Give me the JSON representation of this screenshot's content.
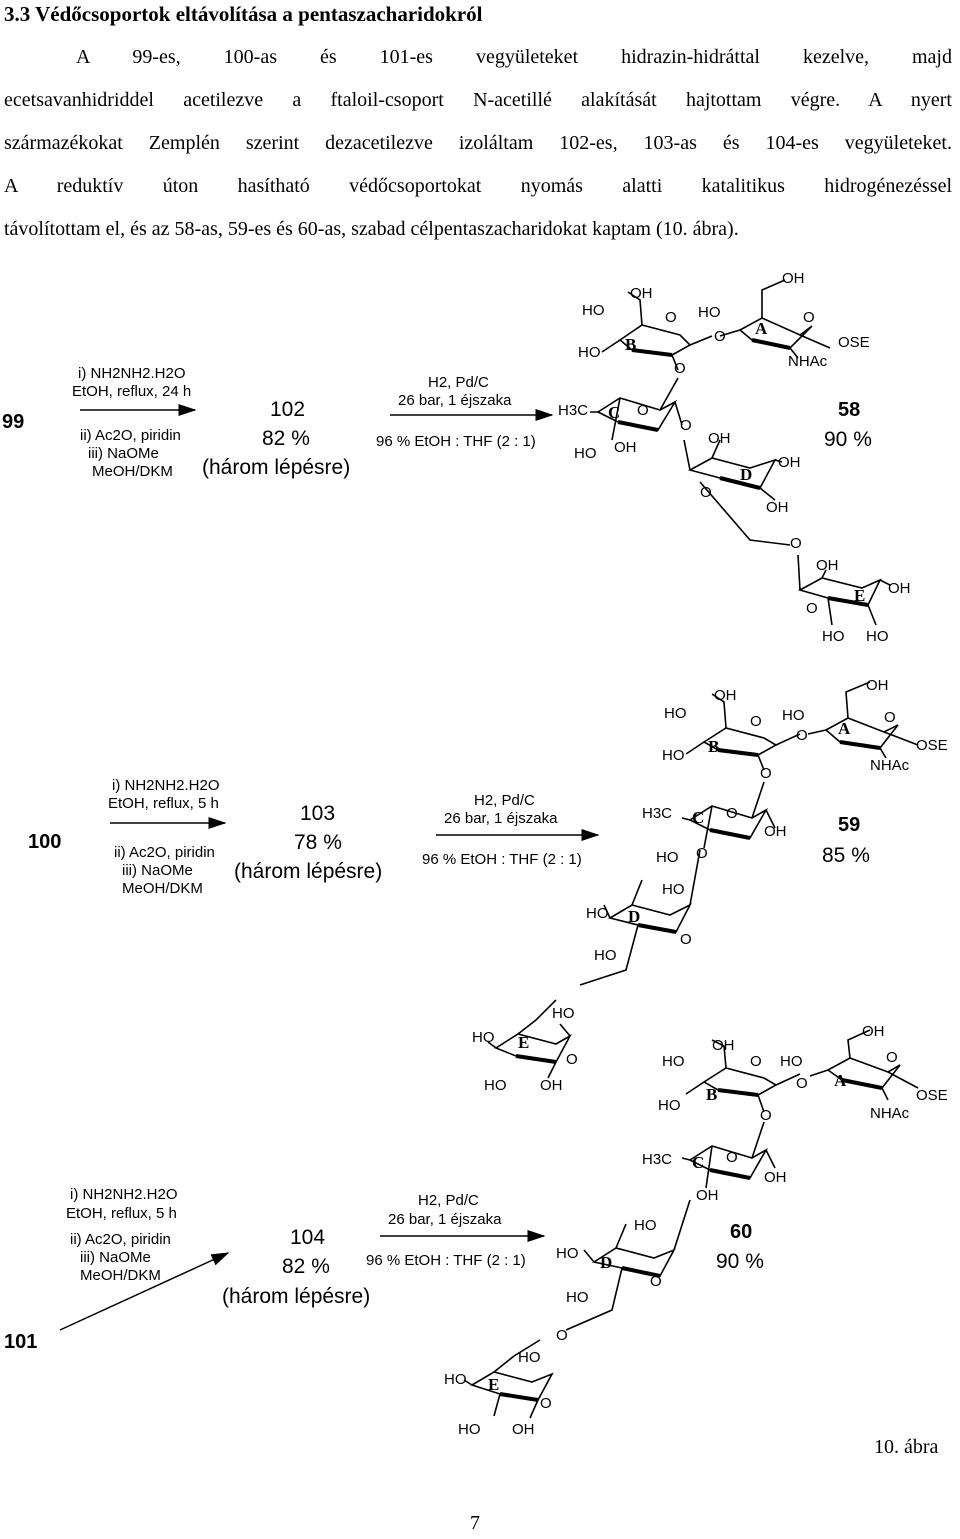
{
  "heading": "3.3 Védőcsoportok eltávolítása a pentaszacharidokról",
  "paragraph_lines": [
    "A 99-es, 100-as és 101-es vegyületeket hidrazin-hidráttal kezelve, majd",
    "ecetsavanhidriddel acetilezve a ftaloil-csoport N-acetillé alakítását hajtottam végre. A nyert",
    "származékokat Zemplén szerint dezacetilezve izoláltam 102-es, 103-as és 104-es vegyületeket.",
    "A reduktív úton hasítható védőcsoportokat nyomás alatti katalitikus hidrogénezéssel",
    "távolítottam el, és az 58-as, 59-es és 60-as, szabad célpentaszacharidokat kaptam (10. ábra)."
  ],
  "schemes": [
    {
      "start": "99",
      "cond1": [
        "i) NH2NH2.H2O",
        "EtOH, reflux, 24 h",
        "ii) Ac2O, piridin",
        "iii) NaOMe",
        "MeOH/DKM"
      ],
      "intermediate": "102",
      "yield1": "82 %",
      "note1": "(három lépésre)",
      "cond2": [
        "H2, Pd/C",
        "26 bar, 1 éjszaka",
        "96 % EtOH : THF (2 : 1)"
      ],
      "product": "58",
      "yield2": "90 %"
    },
    {
      "start": "100",
      "cond1": [
        "i) NH2NH2.H2O",
        "EtOH, reflux, 5 h",
        "ii) Ac2O, piridin",
        "iii) NaOMe",
        "MeOH/DKM"
      ],
      "intermediate": "103",
      "yield1": "78 %",
      "note1": "(három lépésre)",
      "cond2": [
        "H2, Pd/C",
        "26 bar, 1 éjszaka",
        "96 % EtOH : THF (2 : 1)"
      ],
      "product": "59",
      "yield2": "85 %"
    },
    {
      "start": "101",
      "cond1": [
        "i) NH2NH2.H2O",
        "EtOH, reflux, 5 h",
        "ii) Ac2O, piridin",
        "iii) NaOMe",
        "MeOH/DKM"
      ],
      "intermediate": "104",
      "yield1": "82 %",
      "note1": "(három lépésre)",
      "cond2": [
        "H2, Pd/C",
        "26 bar, 1 éjszaka",
        "96 % EtOH : THF (2 : 1)"
      ],
      "product": "60",
      "yield2": "90 %"
    }
  ],
  "structure_labels": {
    "OH": "OH",
    "HO": "HO",
    "O": "O",
    "OSE": "OSE",
    "NHAc": "NHAc",
    "H3C": "H3C",
    "A": "A",
    "B": "B",
    "C": "C",
    "D": "D",
    "E": "E"
  },
  "figure_caption": "10. ábra",
  "page_number": "7"
}
